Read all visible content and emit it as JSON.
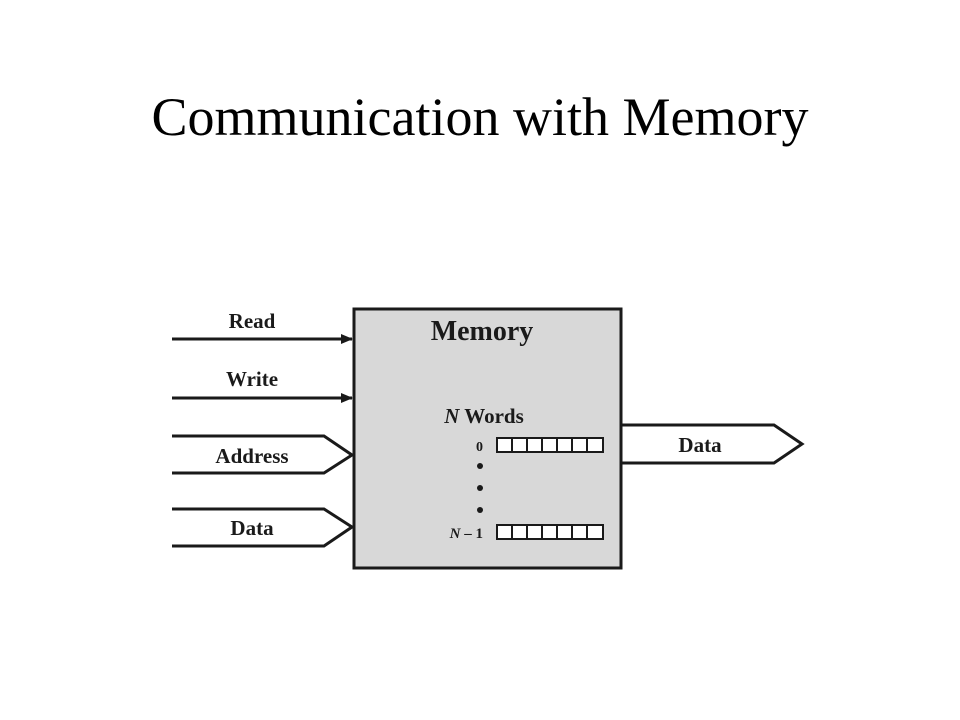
{
  "slide": {
    "title": "Communication with Memory"
  },
  "diagram": {
    "memory_label": "Memory",
    "words_n": "N",
    "words_label": "Words",
    "first_index": "0",
    "last_index_n": "N",
    "last_index_suffix": "– 1",
    "inputs": {
      "read": "Read",
      "write": "Write",
      "address": "Address",
      "data_in": "Data"
    },
    "output": {
      "data_out": "Data"
    },
    "colors": {
      "box_fill": "#d8d8d8",
      "stroke": "#1a1a1a"
    }
  }
}
